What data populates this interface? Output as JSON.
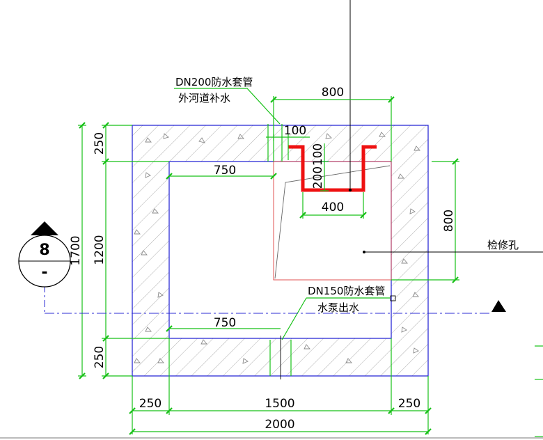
{
  "annotations": {
    "dn200_title": "DN200防水套管",
    "dn200_sub": "外河道补水",
    "dn150_title": "DN150防水套管",
    "dn150_sub": "水泵出水",
    "access_hole": "检修孔"
  },
  "dimensions": {
    "top_800": "800",
    "d_100": "100",
    "d_100_vertical": "100",
    "d_200": "200",
    "d_400": "400",
    "right_800": "800",
    "inner_top_750": "750",
    "inner_bottom_750": "750",
    "left_250_top": "250",
    "left_1200": "1200",
    "left_250_bottom": "250",
    "left_1700": "1700",
    "bottom_250_left": "250",
    "bottom_1500": "1500",
    "bottom_250_right": "250",
    "bottom_2000": "2000"
  },
  "section_marker": {
    "number": "8",
    "sheet": "-"
  },
  "colors": {
    "structure": "#2b2bd6",
    "dimension": "#16c016",
    "pipe": "#ee1111",
    "hatch": "#9a9a9a"
  }
}
